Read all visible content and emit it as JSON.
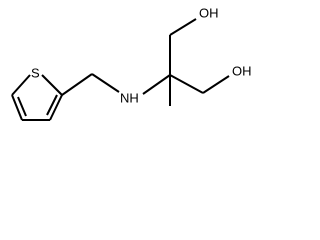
{
  "molecule": {
    "atoms": {
      "sulfur": "S",
      "amine": "NH",
      "hydroxyl_top": "OH",
      "hydroxyl_bottom": "OH"
    },
    "colors": {
      "bond": "#000000",
      "label": "#000000",
      "background": "#ffffff"
    }
  }
}
